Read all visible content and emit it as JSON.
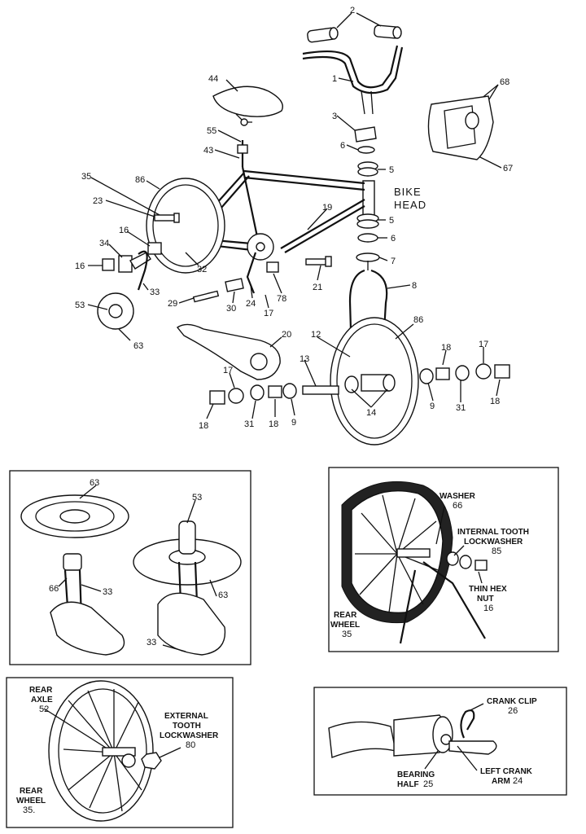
{
  "main": {
    "callouts": [
      {
        "id": "c2",
        "text": "2"
      },
      {
        "id": "c1",
        "text": "1"
      },
      {
        "id": "c44",
        "text": "44"
      },
      {
        "id": "c68",
        "text": "68"
      },
      {
        "id": "c3",
        "text": "3"
      },
      {
        "id": "c6a",
        "text": "6"
      },
      {
        "id": "c55",
        "text": "55"
      },
      {
        "id": "c43",
        "text": "43"
      },
      {
        "id": "c5a",
        "text": "5"
      },
      {
        "id": "c67",
        "text": "67"
      },
      {
        "id": "c35",
        "text": "35"
      },
      {
        "id": "c86a",
        "text": "86"
      },
      {
        "id": "c23",
        "text": "23"
      },
      {
        "id": "c19",
        "text": "19"
      },
      {
        "id": "c5b",
        "text": "5"
      },
      {
        "id": "c16a",
        "text": "16"
      },
      {
        "id": "c6b",
        "text": "6"
      },
      {
        "id": "c34",
        "text": "34"
      },
      {
        "id": "c16b",
        "text": "16"
      },
      {
        "id": "c32",
        "text": "32"
      },
      {
        "id": "c7",
        "text": "7"
      },
      {
        "id": "c21",
        "text": "21"
      },
      {
        "id": "c8",
        "text": "8"
      },
      {
        "id": "c33",
        "text": "33"
      },
      {
        "id": "c53",
        "text": "53"
      },
      {
        "id": "c29",
        "text": "29"
      },
      {
        "id": "c30",
        "text": "30"
      },
      {
        "id": "c24",
        "text": "24"
      },
      {
        "id": "c17a",
        "text": "17"
      },
      {
        "id": "c78",
        "text": "78"
      },
      {
        "id": "c63",
        "text": "63"
      },
      {
        "id": "c20",
        "text": "20"
      },
      {
        "id": "c12",
        "text": "12"
      },
      {
        "id": "c86b",
        "text": "86"
      },
      {
        "id": "c18a",
        "text": "18"
      },
      {
        "id": "c17b",
        "text": "17"
      },
      {
        "id": "c13",
        "text": "13"
      },
      {
        "id": "c17c",
        "text": "17"
      },
      {
        "id": "c9a",
        "text": "9"
      },
      {
        "id": "c31a",
        "text": "31"
      },
      {
        "id": "c18b",
        "text": "18"
      },
      {
        "id": "c14",
        "text": "14"
      },
      {
        "id": "c18c",
        "text": "18"
      },
      {
        "id": "c31b",
        "text": "31"
      },
      {
        "id": "c18d",
        "text": "18"
      },
      {
        "id": "c9b",
        "text": "9"
      }
    ],
    "bike_head": [
      "BIKE",
      "HEAD"
    ]
  },
  "inset1": {
    "c63": "63",
    "c53": "53",
    "c66": "66",
    "c33a": "33",
    "c63b": "63",
    "c33b": "33"
  },
  "inset2": {
    "washer": "WASHER",
    "washer_num": "66",
    "lockwasher_1": "INTERNAL TOOTH",
    "lockwasher_2": "LOCKWASHER",
    "lockwasher_num": "85",
    "nut_1": "THIN HEX",
    "nut_2": "NUT",
    "nut_num": "16",
    "wheel_1": "REAR",
    "wheel_2": "WHEEL",
    "wheel_num": "35"
  },
  "inset3": {
    "axle_1": "REAR",
    "axle_2": "AXLE",
    "axle_num": "52",
    "ext_1": "EXTERNAL",
    "ext_2": "TOOTH",
    "ext_3": "LOCKWASHER",
    "ext_num": "80",
    "wheel_1": "REAR",
    "wheel_2": "WHEEL",
    "wheel_num": "35."
  },
  "inset4": {
    "clip_1": "CRANK CLIP",
    "clip_num": "26",
    "bearing_1": "BEARING",
    "bearing_2": "HALF",
    "bearing_num": "25",
    "crank_1": "LEFT CRANK",
    "crank_2": "ARM",
    "crank_num": "24"
  }
}
